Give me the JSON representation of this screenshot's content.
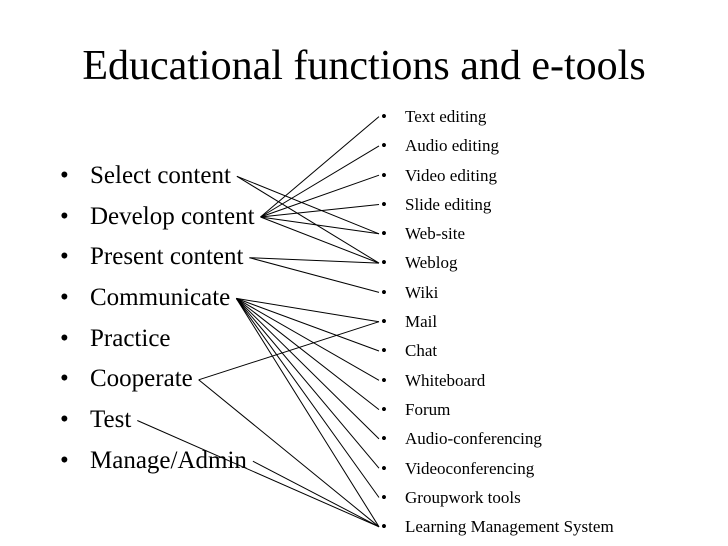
{
  "title": "Educational functions and e-tools",
  "functions": [
    "Select content",
    "Develop content",
    "Present content",
    "Communicate",
    "Practice",
    "Cooperate",
    "Test",
    "Manage/Admin"
  ],
  "tools": [
    "Text editing",
    "Audio editing",
    "Video editing",
    "Slide editing",
    "Web-site",
    "Weblog",
    "Wiki",
    "Mail",
    "Chat",
    "Whiteboard",
    "Forum",
    "Audio-conferencing",
    "Videoconferencing",
    "Groupwork tools",
    "Learning Management System"
  ],
  "connections": [
    {
      "function": "Select content",
      "tool": "Web-site"
    },
    {
      "function": "Select content",
      "tool": "Weblog"
    },
    {
      "function": "Develop content",
      "tool": "Text editing"
    },
    {
      "function": "Develop content",
      "tool": "Audio editing"
    },
    {
      "function": "Develop content",
      "tool": "Video editing"
    },
    {
      "function": "Develop content",
      "tool": "Slide editing"
    },
    {
      "function": "Develop content",
      "tool": "Web-site"
    },
    {
      "function": "Develop content",
      "tool": "Weblog"
    },
    {
      "function": "Present content",
      "tool": "Weblog"
    },
    {
      "function": "Present content",
      "tool": "Wiki"
    },
    {
      "function": "Communicate",
      "tool": "Mail"
    },
    {
      "function": "Communicate",
      "tool": "Chat"
    },
    {
      "function": "Communicate",
      "tool": "Whiteboard"
    },
    {
      "function": "Communicate",
      "tool": "Forum"
    },
    {
      "function": "Communicate",
      "tool": "Audio-conferencing"
    },
    {
      "function": "Communicate",
      "tool": "Videoconferencing"
    },
    {
      "function": "Communicate",
      "tool": "Groupwork tools"
    },
    {
      "function": "Communicate",
      "tool": "Learning Management System"
    },
    {
      "function": "Cooperate",
      "tool": "Mail"
    },
    {
      "function": "Cooperate",
      "tool": "Learning Management System"
    },
    {
      "function": "Test",
      "tool": "Learning Management System"
    },
    {
      "function": "Manage/Admin",
      "tool": "Learning Management System"
    }
  ]
}
